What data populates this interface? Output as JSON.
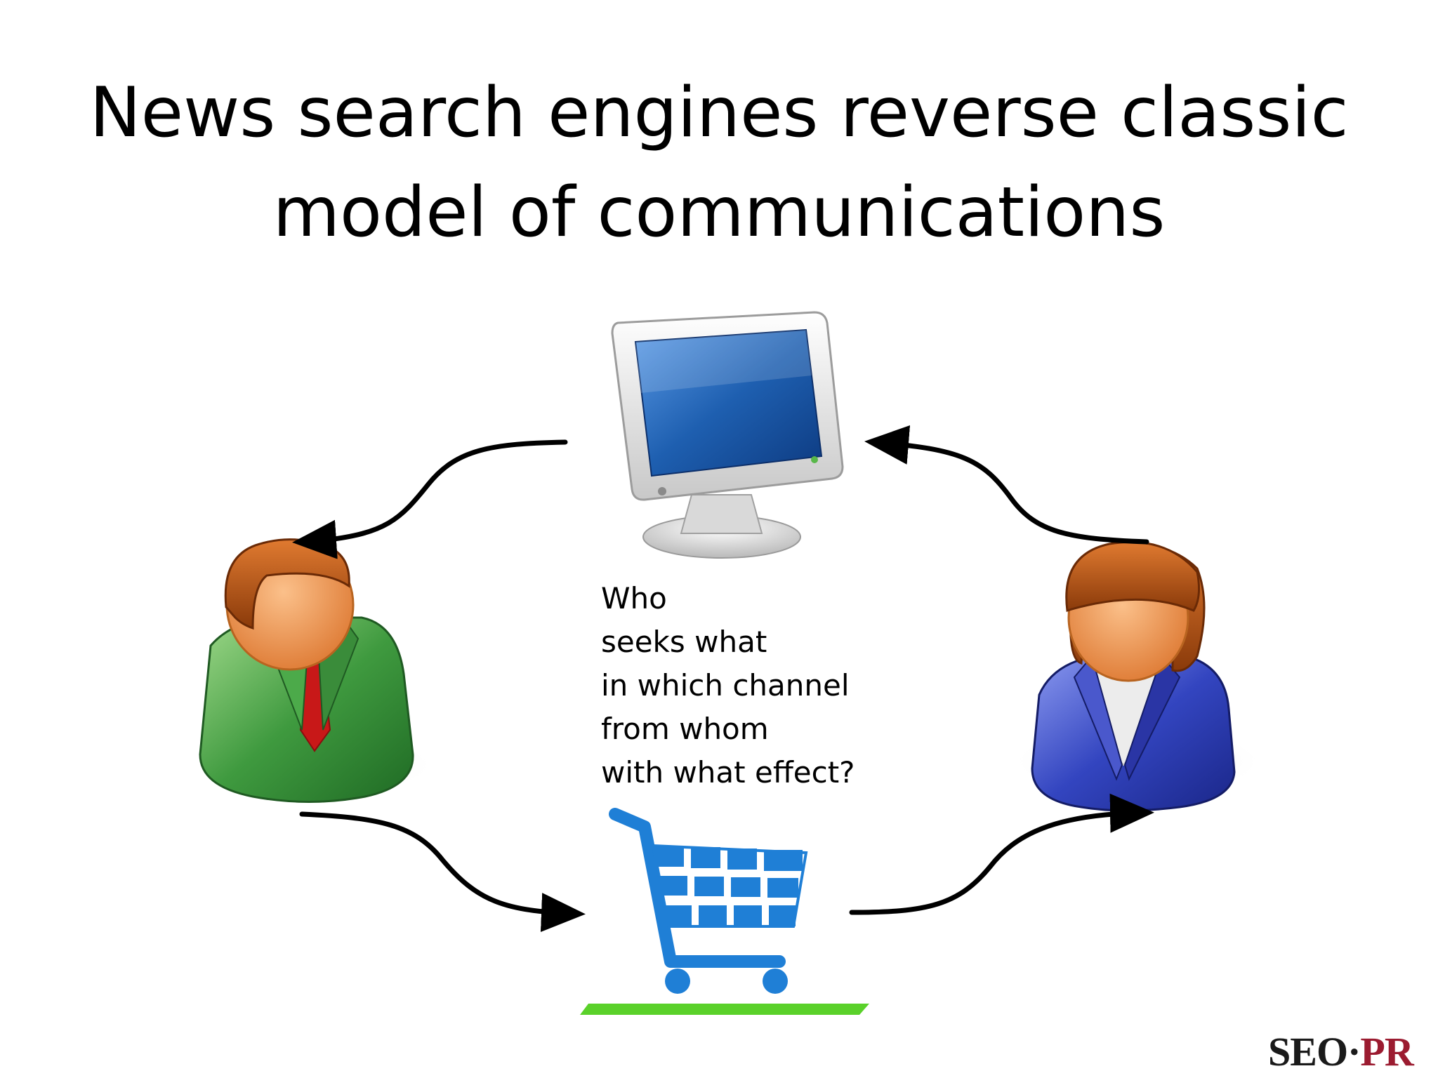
{
  "slide": {
    "title_lines": [
      "News search engines reverse classic",
      "model of communications"
    ]
  },
  "questions": [
    "Who",
    "seeks what",
    "in which channel",
    "from whom",
    "with what effect?"
  ],
  "nodes": {
    "top": "computer-monitor-icon",
    "left": "male-user-icon",
    "right": "female-user-icon",
    "bottom": "shopping-cart-icon"
  },
  "logo": {
    "part1": "SEO",
    "separator": "·",
    "part2": "PR"
  },
  "colors": {
    "arrow": "#000000",
    "cart": "#1f7fd6",
    "cart_base": "#5ad12a",
    "male_suit": "#3f9a3f",
    "female_suit": "#2f3fb8",
    "tie": "#c81818",
    "hair": "#a84a10",
    "skin": "#f3a063",
    "monitor_screen": "#1e5fb0",
    "logo_accent": "#9b1b30"
  }
}
